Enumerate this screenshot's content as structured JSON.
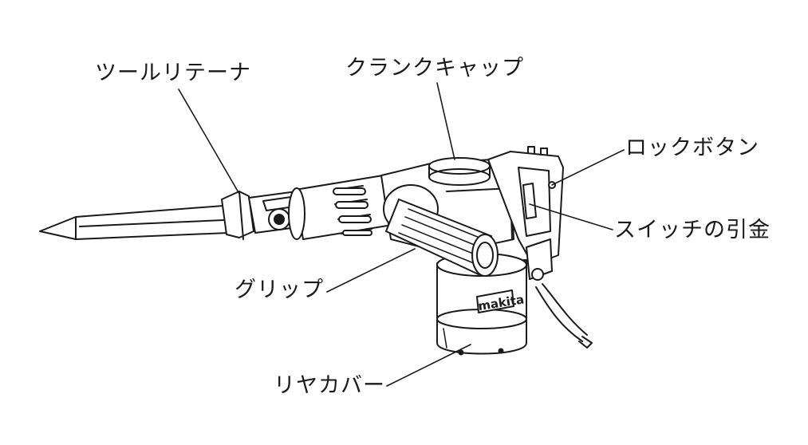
{
  "labels": {
    "tool_retainer": "ツールリテーナ",
    "crank_cap": "クランクキャップ",
    "lock_button": "ロックボタン",
    "switch_trigger": "スイッチの引金",
    "grip": "グリップ",
    "rear_cover": "リヤカバー"
  },
  "brand": "makita",
  "colors": {
    "line": "#1a1a1a",
    "background": "#ffffff",
    "shade": "#d9d9d9"
  }
}
